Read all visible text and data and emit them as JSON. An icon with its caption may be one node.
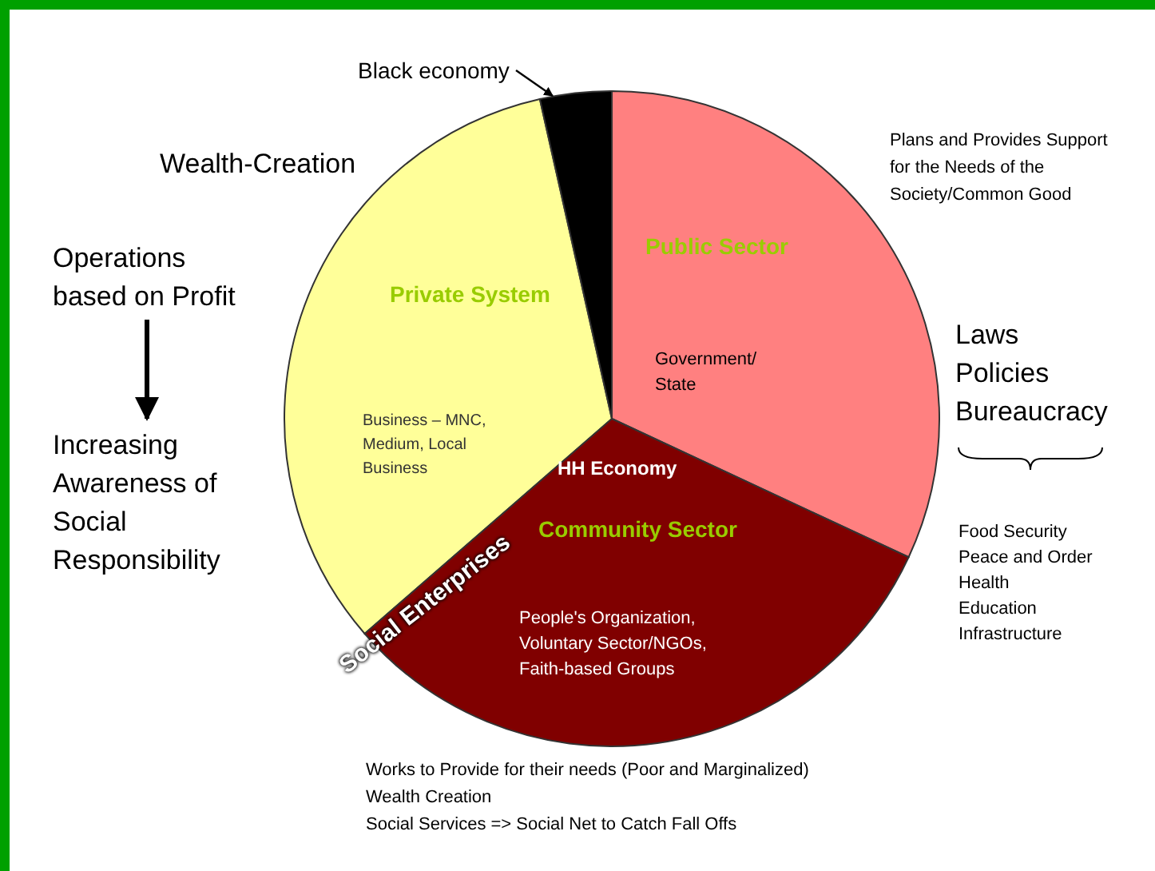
{
  "diagram": {
    "nodes": [
      {
        "text": [
          "Black economy"
        ]
      },
      {
        "text": [],
        "shape": "wedge"
      },
      {
        "text": [
          "Private System",
          "Business – MNC, Medium, Local Business"
        ]
      },
      {
        "text": [
          "Public Sector",
          "Government/ State"
        ]
      },
      {
        "text": [
          "HH Economy",
          "Community Sector",
          "People's Organization, Voluntary Sector/NGOs, Faith-based Groups"
        ]
      },
      {
        "text": [
          "Operations based on Profit"
        ]
      },
      {
        "text": [
          "Increasing Awareness of Social Responsibility"
        ]
      }
    ],
    "edges": [
      {
        "from": 0,
        "to": 1,
        "arrow": "to"
      },
      {
        "from": 5,
        "to": 6,
        "arrow": "to",
        "style": "thick"
      }
    ],
    "labels": [
      "Wealth-Creation",
      "Plans and Provides Support for the Needs of the Society/Common Good",
      "Laws",
      "Policies",
      "Bureaucracy",
      "Food Security",
      "Peace and Order",
      "Health",
      "Education",
      "Infrastructure",
      "Social Enterprises",
      "Works to Provide for their needs (Poor and Marginalized)",
      "Wealth Creation",
      "Social Services => Social Net to Catch Fall Offs"
    ]
  }
}
